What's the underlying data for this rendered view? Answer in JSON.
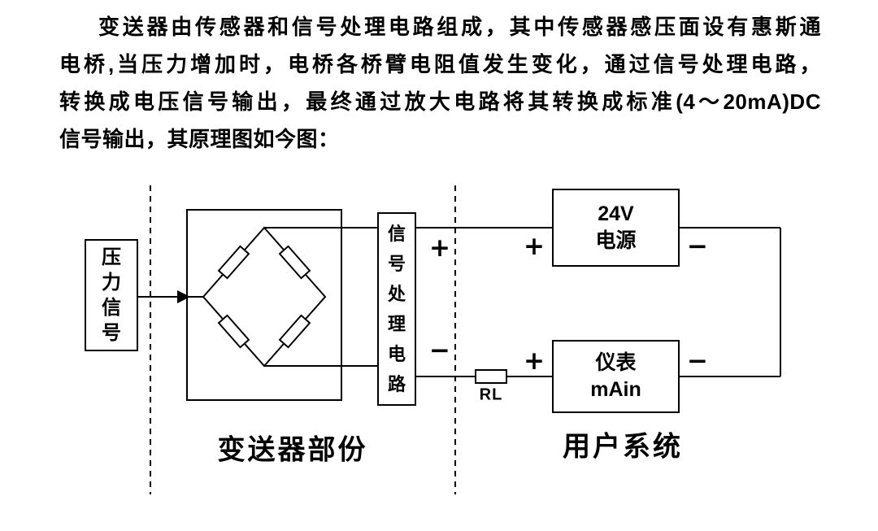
{
  "intro": {
    "lines": [
      "变送器由传感器和信号处理电路组成，其中传感器感压面设有惠斯通",
      "电桥,当压力增加时，电桥各桥臂电阻值发生变化，通过信号处理电路，",
      "转换成电压信号输出，最终通过放大电路将其转换成标准(4～20mA)DC",
      "信号输出，其原理图如今图："
    ]
  },
  "diagram": {
    "pressure_box": {
      "label": "压力信号",
      "chars": [
        "压",
        "力",
        "信",
        "号"
      ]
    },
    "signal_box": {
      "label": "信号处理电路",
      "chars": [
        "信",
        "号",
        "处",
        "理",
        "电",
        "路"
      ]
    },
    "power_box": {
      "line1": "24V",
      "line2": "电源"
    },
    "meter_box": {
      "line1": "仪表",
      "line2": "mAin"
    },
    "rl_label": "RL",
    "signs": {
      "plus": "+",
      "minus": "−"
    },
    "sections": {
      "left": "变送器部份",
      "right": "用户系统"
    }
  },
  "colors": {
    "ink": "#000000",
    "background": "#ffffff"
  }
}
